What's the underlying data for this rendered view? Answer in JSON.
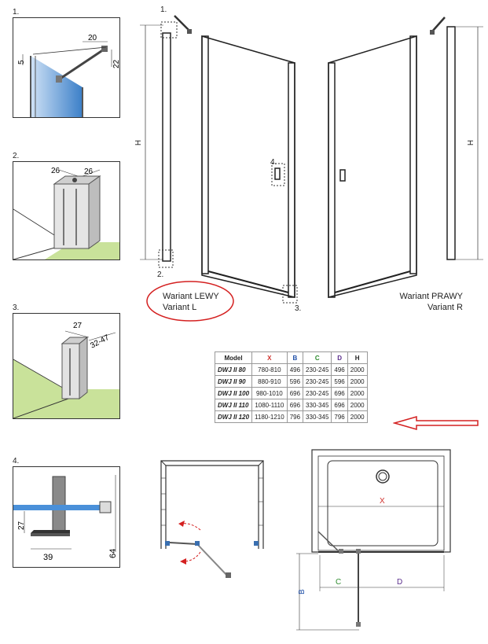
{
  "details": [
    {
      "num": "1.",
      "dims": {
        "a": "20",
        "b": "5",
        "c": "22"
      }
    },
    {
      "num": "2.",
      "dims": {
        "a": "26",
        "b": "26"
      }
    },
    {
      "num": "3.",
      "dims": {
        "a": "27",
        "b": "32-47"
      }
    },
    {
      "num": "4.",
      "dims": {
        "a": "27",
        "b": "39",
        "c": "64"
      }
    }
  ],
  "callouts": {
    "c1": "1.",
    "c2": "2.",
    "c3": "3.",
    "c4": "4."
  },
  "height_label": "H",
  "variant_left": {
    "line1": "Wariant LEWY",
    "line2": "Variant L"
  },
  "variant_right": {
    "line1": "Wariant PRAWY",
    "line2": "Variant R"
  },
  "table": {
    "headers": [
      "Model",
      "X",
      "B",
      "C",
      "D",
      "H"
    ],
    "header_colors": [
      "#222222",
      "#d0312d",
      "#1f4fa8",
      "#2e8b2e",
      "#5a2d8c",
      "#222222"
    ],
    "rows": [
      [
        "DWJ II 80",
        "780-810",
        "496",
        "230-245",
        "496",
        "2000"
      ],
      [
        "DWJ II 90",
        "880-910",
        "596",
        "230-245",
        "596",
        "2000"
      ],
      [
        "DWJ II 100",
        "980-1010",
        "696",
        "230-245",
        "696",
        "2000"
      ],
      [
        "DWJ II 110",
        "1080-1110",
        "696",
        "330-345",
        "696",
        "2000"
      ],
      [
        "DWJ II 120",
        "1180-1210",
        "796",
        "330-345",
        "796",
        "2000"
      ]
    ]
  },
  "plan_labels": {
    "x": "X",
    "b": "B",
    "c": "C",
    "d": "D"
  },
  "colors": {
    "glass": "#4a90d9",
    "floor": "#c9e29a",
    "highlight": "#d42020",
    "arrow": "#d42020"
  }
}
